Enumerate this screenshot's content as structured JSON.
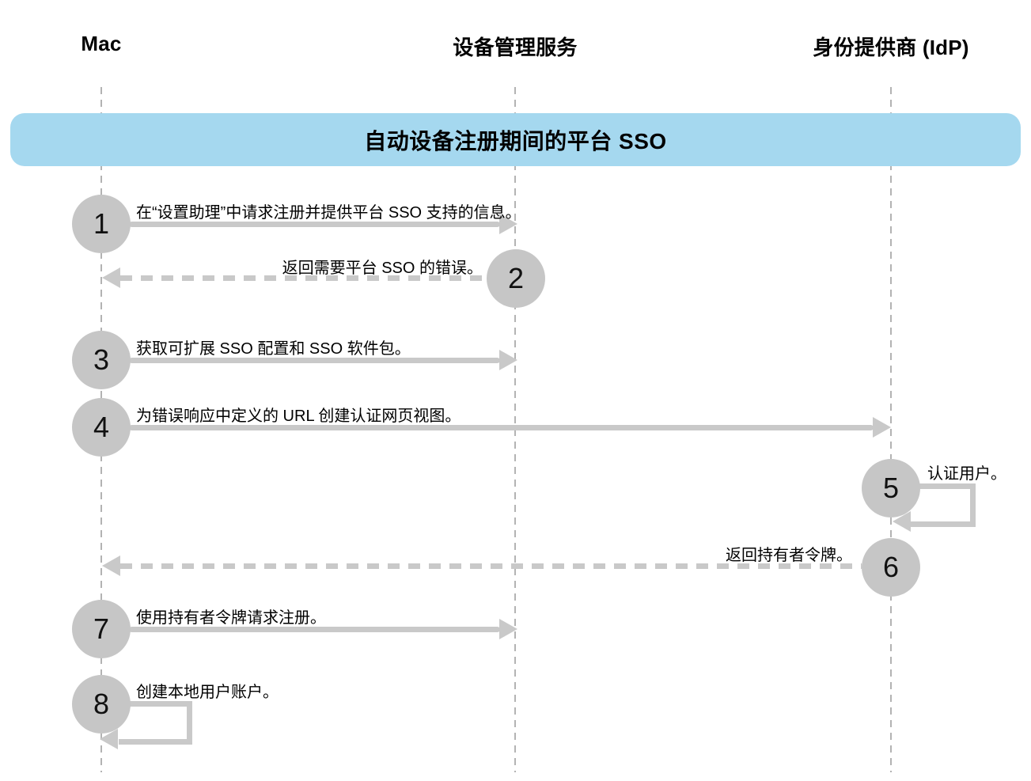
{
  "diagram": {
    "title": "自动设备注册期间的平台 SSO",
    "lifelines": [
      {
        "id": "mac",
        "label": "Mac"
      },
      {
        "id": "device-management-service",
        "label": "设备管理服务"
      },
      {
        "id": "idp",
        "label": "身份提供商 (IdP)"
      }
    ],
    "steps": [
      {
        "number": "1",
        "label": "在“设置助理”中请求注册并提供平台 SSO 支持的信息。",
        "from": "mac",
        "to": "device-management-service",
        "line": "solid"
      },
      {
        "number": "2",
        "label": "返回需要平台 SSO 的错误。",
        "from": "device-management-service",
        "to": "mac",
        "line": "dashed"
      },
      {
        "number": "3",
        "label": "获取可扩展 SSO 配置和 SSO 软件包。",
        "from": "mac",
        "to": "device-management-service",
        "line": "solid"
      },
      {
        "number": "4",
        "label": "为错误响应中定义的 URL 创建认证网页视图。",
        "from": "mac",
        "to": "idp",
        "line": "solid"
      },
      {
        "number": "5",
        "label": "认证用户。",
        "from": "idp",
        "to": "idp",
        "line": "self-loop"
      },
      {
        "number": "6",
        "label": "返回持有者令牌。",
        "from": "idp",
        "to": "mac",
        "line": "dashed"
      },
      {
        "number": "7",
        "label": "使用持有者令牌请求注册。",
        "from": "mac",
        "to": "device-management-service",
        "line": "solid"
      },
      {
        "number": "8",
        "label": "创建本地用户账户。",
        "from": "mac",
        "to": "mac",
        "line": "self-loop"
      }
    ],
    "colors": {
      "banner_bg": "#a5d8ef",
      "circle_bg": "#c6c6c6",
      "arrow": "#c9c9c9",
      "lifeline": "#b3b3b3",
      "text": "#000000"
    }
  }
}
